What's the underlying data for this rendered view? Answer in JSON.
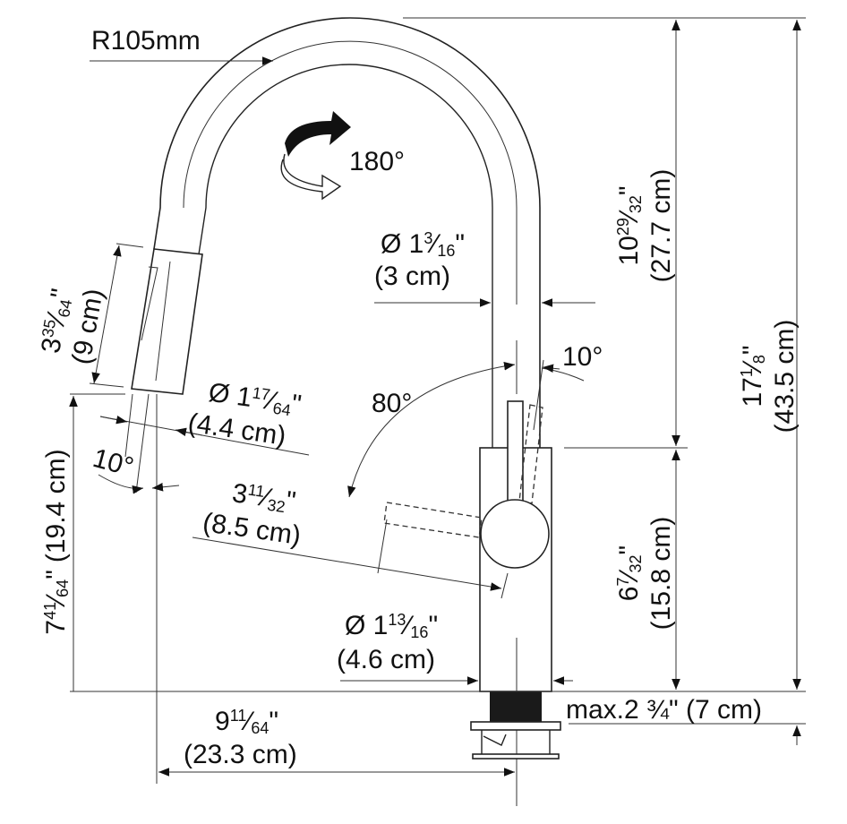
{
  "radius_label": "R105mm",
  "rotation_label": "180°",
  "spout_diameter": {
    "prefix": "Ø ",
    "whole": "1",
    "num": "3",
    "den": "16",
    "unit": "\"",
    "metric": "(3 cm)"
  },
  "spray_length": {
    "whole": "3",
    "num": "35",
    "den": "64",
    "unit": "\"",
    "metric": "(9 cm)"
  },
  "spray_diameter": {
    "prefix": "Ø ",
    "whole": "1",
    "num": "17",
    "den": "64",
    "unit": "\"",
    "metric": "(4.4 cm)"
  },
  "spray_angle": "10°",
  "lever_angle_front": "80°",
  "lever_angle_back": "10°",
  "lever_reach": {
    "whole": "3",
    "num": "11",
    "den": "32",
    "unit": "\"",
    "metric": "(8.5 cm)"
  },
  "body_diameter": {
    "prefix": "Ø ",
    "whole": "1",
    "num": "13",
    "den": "16",
    "unit": "\"",
    "metric": "(4.6 cm)"
  },
  "spout_height": {
    "whole": "7",
    "num": "41",
    "den": "64",
    "unit": "\"",
    "metric": "(19.4 cm)"
  },
  "spout_reach": {
    "whole": "9",
    "num": "11",
    "den": "64",
    "unit": "\"",
    "metric": "(23.3 cm)"
  },
  "arc_height": {
    "whole": "10",
    "num": "29",
    "den": "32",
    "unit": "\"",
    "metric": "(27.7 cm)"
  },
  "total_height": {
    "whole": "17",
    "num": "1",
    "den": "8",
    "unit": "\"",
    "metric": "(43.5 cm)"
  },
  "body_height": {
    "whole": "6",
    "num": "7",
    "den": "32",
    "unit": "\"",
    "metric": "(15.8 cm)"
  },
  "deck_thickness": "max.2 ¾\" (7 cm)"
}
